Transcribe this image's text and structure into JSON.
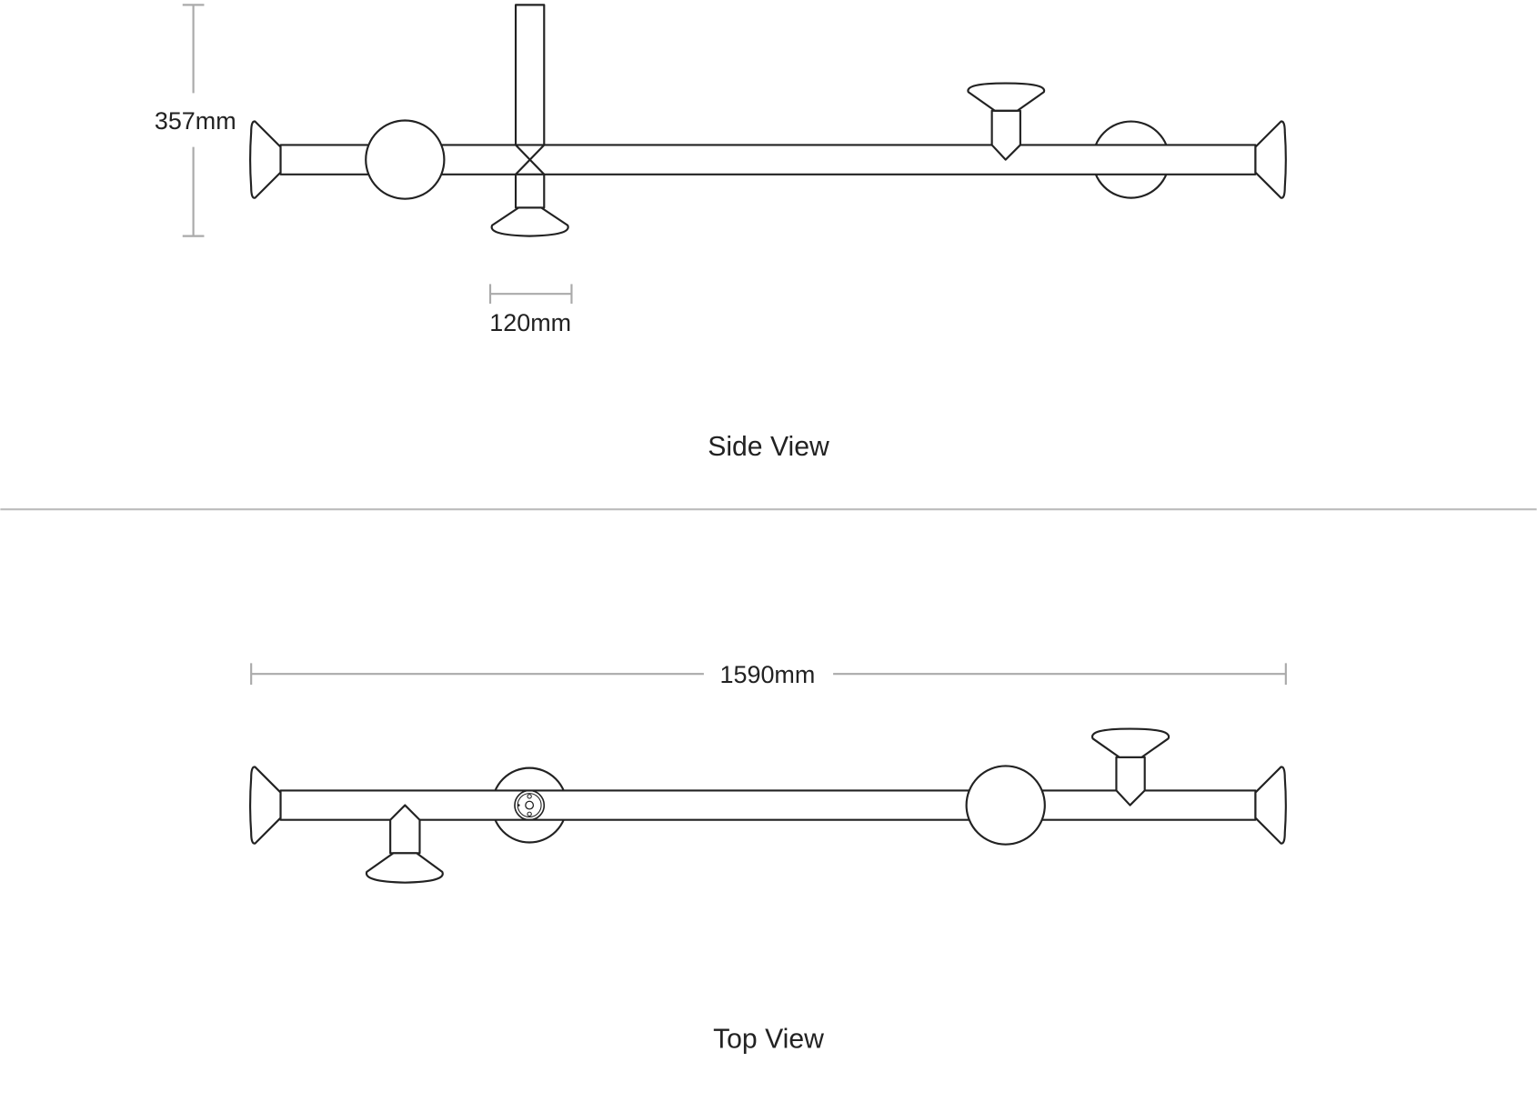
{
  "side_view": {
    "title": "Side View",
    "height_dim": "357mm",
    "width_dim": "120mm"
  },
  "top_view": {
    "title": "Top View",
    "length_dim": "1590mm"
  },
  "colors": {
    "line": "#222222",
    "dimension": "#aaaaaa",
    "divider": "#bbbbbb"
  }
}
